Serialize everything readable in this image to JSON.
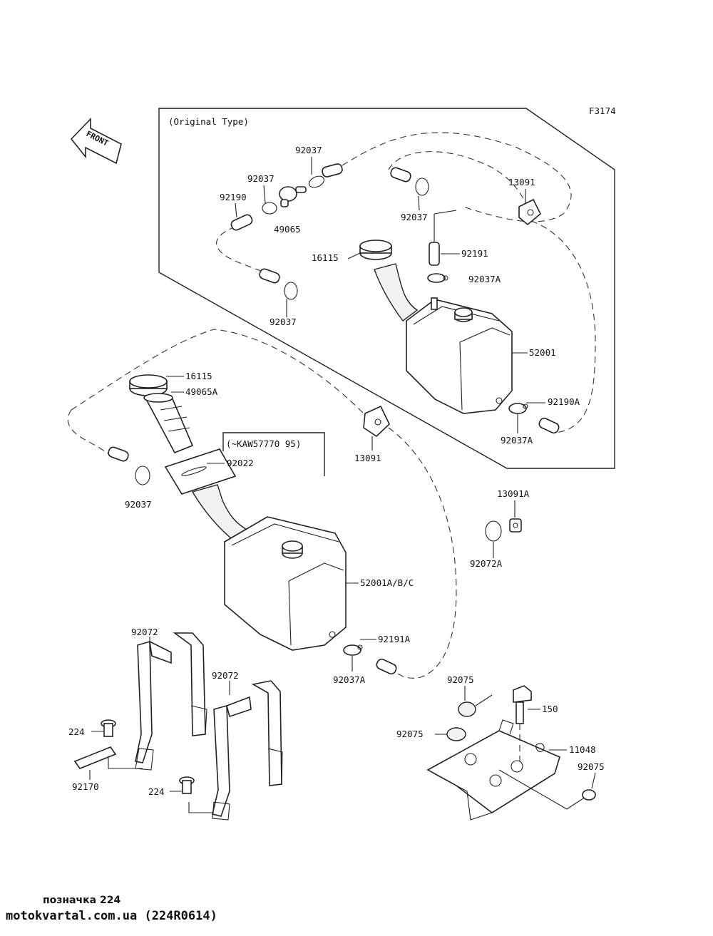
{
  "diagram_id": "F3174",
  "front_label": "FRONT",
  "box_original_label": "(Original Type)",
  "box_kaw_label": "(~KAW57770 95)",
  "callouts": {
    "c92037_a": "92037",
    "c92037_b": "92037",
    "c92190": "92190",
    "c49065": "49065",
    "c92037_c": "92037",
    "c13091_top": "13091",
    "c16115_top": "16115",
    "c92191": "92191",
    "c92037A_top": "92037A",
    "c92037_d": "92037",
    "c52001": "52001",
    "c92190A": "92190A",
    "c92037A_mid": "92037A",
    "c16115_left": "16115",
    "c49065A": "49065A",
    "c13091_mid": "13091",
    "c92022": "92022",
    "c92037_left": "92037",
    "c13091A": "13091A",
    "c92072A": "92072A",
    "c52001ABC": "52001A/B/C",
    "c92191A": "92191A",
    "c92037A_low": "92037A",
    "c92072_a": "92072",
    "c92072_b": "92072",
    "c224_a": "224",
    "c224_b": "224",
    "c92170": "92170",
    "c92075_a": "92075",
    "c150": "150",
    "c92075_b": "92075",
    "c11048": "11048",
    "c92075_c": "92075"
  },
  "footer": {
    "line1": "позначка 224",
    "line2": "motokvartal.com.ua (224R0614)"
  }
}
